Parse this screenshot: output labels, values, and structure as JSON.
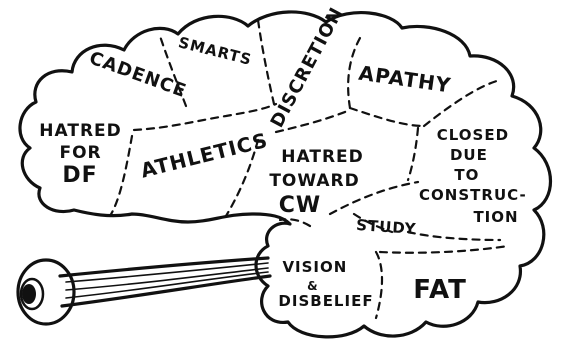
{
  "regions": {
    "hatred_for_df": [
      "HATRED",
      "FOR",
      "DF"
    ],
    "cadence": "CADENCE",
    "smarts": "SMARTS",
    "discretion": "DISCRETION",
    "apathy": "APATHY",
    "athletics": "ATHLETICS",
    "hatred_toward_cw": [
      "HATRED",
      "TOWARD",
      "CW"
    ],
    "closed_due_to_construction": [
      "CLOSED",
      "DUE",
      "TO",
      "CONSTRUC-",
      "TION"
    ],
    "study": "STUDY",
    "vision_disbelief": [
      "VISION",
      "&",
      "DISBELIEF"
    ],
    "fat": "FAT"
  }
}
